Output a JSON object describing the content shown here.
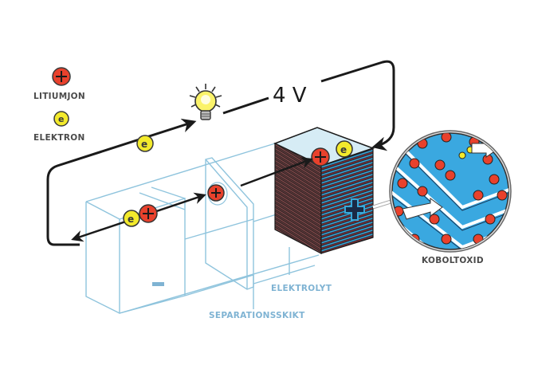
{
  "legend": {
    "lithium_ion_label": "LITIUMJON",
    "electron_label": "ELEKTRON"
  },
  "circuit": {
    "voltage_label": "4 V"
  },
  "labels": {
    "cathode_material": "KOBOLTOXID",
    "electrolyte": "ELEKTROLYT",
    "separator": "SEPARATIONSSKIKT"
  },
  "symbols": {
    "plus": "+",
    "minus": "−",
    "electron": "e"
  },
  "colors": {
    "lithium_ion": "#e8412c",
    "electron": "#f3ea2c",
    "outline_blue": "#8fc4dd",
    "cathode_top": "#d6ecf5",
    "cathode_stripe_red": "#8a2b2b",
    "cathode_stripe_blue": "#3aa8d8",
    "wire": "#1a1a1a",
    "bulb": "#fbf36a"
  }
}
